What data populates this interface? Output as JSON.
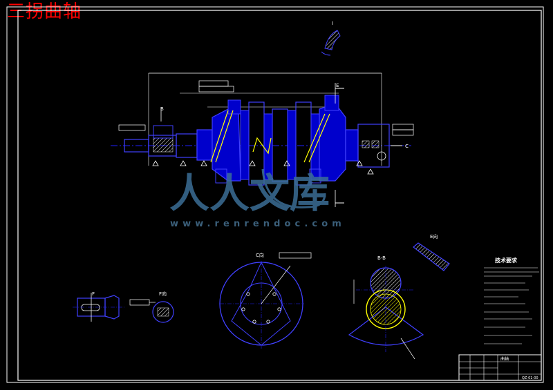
{
  "title": "三拐曲轴",
  "watermark": {
    "logo_text": "人人文库",
    "url": "www.renrendoc.com"
  },
  "views": {
    "section_c": "C向",
    "section_bb": "B-B",
    "view_f": "F向",
    "view_e": "E向",
    "view_ii": "I",
    "letter_b": "B",
    "letter_c": "C",
    "letter_f": "F",
    "letter_e": "E"
  },
  "tech_requirements": {
    "heading": "技术要求"
  },
  "title_block": {
    "part_name": "曲轴",
    "drawing_number": "QZ-01-00"
  },
  "colors": {
    "background": "#000000",
    "outline": "#4040ff",
    "annotation": "#ffffff",
    "section_fill": "#ffff00",
    "part_fill": "#0000ff",
    "centerline": "#2020ff",
    "title": "#ff0000",
    "watermark": "#3b6e96"
  }
}
